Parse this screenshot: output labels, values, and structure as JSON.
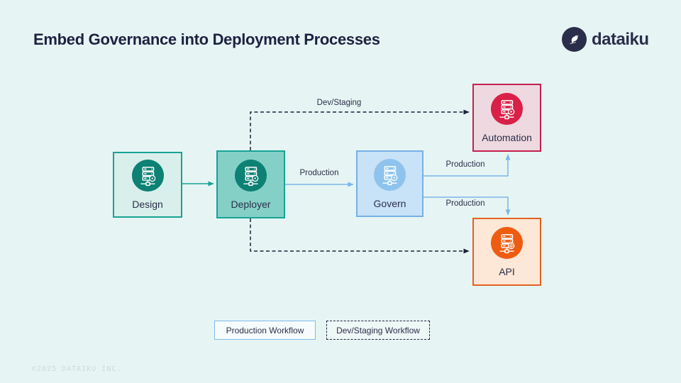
{
  "colors": {
    "background": "#e6f5f4",
    "title_text": "#1e2140",
    "teal_border": "#18a294",
    "teal_fill_light": "#d9efeb",
    "teal_fill_medium": "#84d0c7",
    "teal_icon_circle": "#0c8174",
    "blue_border": "#77b0e5",
    "blue_fill": "#c8e2f7",
    "blue_icon_circle": "#8ec3ee",
    "crimson_border": "#c42050",
    "crimson_fill": "#eed9e1",
    "crimson_icon_circle": "#d92048",
    "orange_border": "#e2621f",
    "orange_fill": "#fde7d7",
    "orange_icon_circle": "#ee5c12",
    "arrow_blue": "#79b7e8",
    "arrow_dark": "#1e2038",
    "logo_navy": "#2b2e4a"
  },
  "header": {
    "title": "Embed Governance into Deployment Processes",
    "logo_text": "dataiku"
  },
  "diagram": {
    "nodes": [
      {
        "id": "design",
        "label": "Design",
        "icon": "server-stack-icon"
      },
      {
        "id": "deployer",
        "label": "Deployer",
        "icon": "server-stack-icon"
      },
      {
        "id": "govern",
        "label": "Govern",
        "icon": "server-stack-icon"
      },
      {
        "id": "automation",
        "label": "Automation",
        "icon": "server-stack-play-icon"
      },
      {
        "id": "api",
        "label": "API",
        "icon": "server-stack-gear-icon"
      }
    ],
    "edges": [
      {
        "from": "design",
        "to": "deployer",
        "label": "",
        "style": "solid-teal"
      },
      {
        "from": "deployer",
        "to": "govern",
        "label": "Production",
        "style": "solid-blue"
      },
      {
        "from": "govern",
        "to": "automation",
        "label": "Production",
        "style": "solid-blue"
      },
      {
        "from": "govern",
        "to": "api",
        "label": "Production",
        "style": "solid-blue"
      },
      {
        "from": "deployer",
        "to": "automation",
        "label": "Dev/Staging",
        "style": "dashed-dark"
      },
      {
        "from": "deployer",
        "to": "api",
        "label": "",
        "style": "dashed-dark"
      }
    ]
  },
  "legend": {
    "items": [
      {
        "label": "Production Workflow",
        "style": "solid-blue-border"
      },
      {
        "label": "Dev/Staging Workflow",
        "style": "dashed-dark-border"
      }
    ]
  },
  "footer": {
    "copyright": "©2025 DATAIKU INC."
  }
}
